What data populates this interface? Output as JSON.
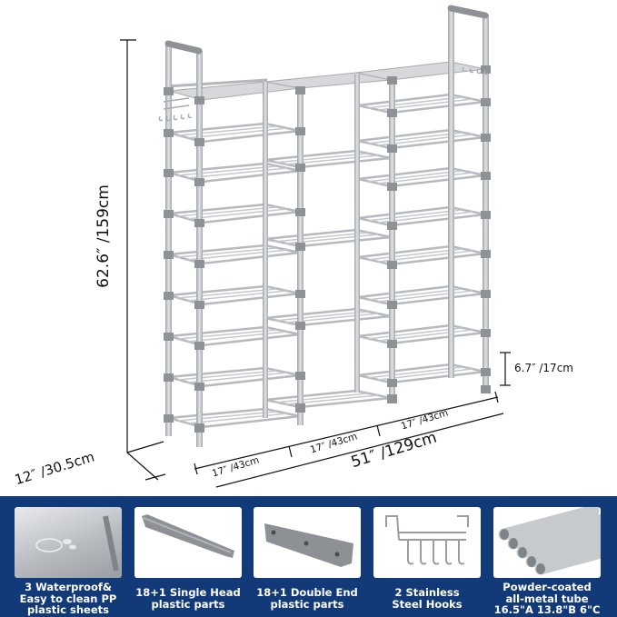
{
  "dimensions": {
    "height": "62.6″ /159cm",
    "depth": "12″  /30.5cm",
    "width_total": "51″  /129cm",
    "section_widths": [
      "17″ /43cm",
      "17″ /43cm",
      "17″ /43cm"
    ],
    "shelf_gap": "6.7″ /17cm"
  },
  "features": [
    {
      "icon": "waterproof-sheet-image",
      "caption": "3 Waterproof&\nEasy to clean PP\nplastic sheets"
    },
    {
      "icon": "single-head-part-image",
      "caption": "18+1 Single Head\nplastic parts"
    },
    {
      "icon": "double-end-part-image",
      "caption": "18+1 Double End\nplastic parts"
    },
    {
      "icon": "steel-hooks-image",
      "caption": "2 Stainless\nSteel Hooks"
    },
    {
      "icon": "metal-tube-image",
      "caption": "Powder-coated\nall-metal tube\n16.5\"A 13.8\"B 6\"C"
    }
  ],
  "colors": {
    "banner": "#123a78",
    "rack_metal": "#b9bcc0",
    "rack_joint": "#8e9196",
    "dimension_line": "#111111"
  }
}
